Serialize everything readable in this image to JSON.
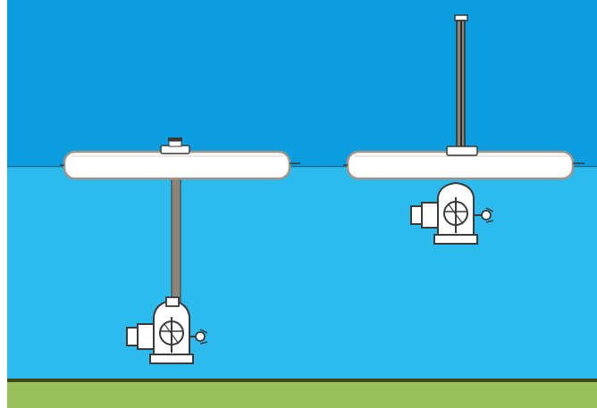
{
  "colors": {
    "frame": "#ffffff",
    "sky": "#0a9ee0",
    "water": "#2dbbed",
    "seabed": "#98c05a",
    "seabed_edge": "#3e4a1c",
    "waterline": "#1f6f93",
    "float_fill": "#ffffff",
    "float_outline": "#a49488",
    "outline": "#3a3a3a",
    "rod": "#8f8378",
    "dark_rod": "#2a2a2a"
  },
  "scene": {
    "units": [
      {
        "name": "left-unit",
        "turbine": "deep"
      },
      {
        "name": "right-unit",
        "turbine": "shallow"
      }
    ]
  }
}
